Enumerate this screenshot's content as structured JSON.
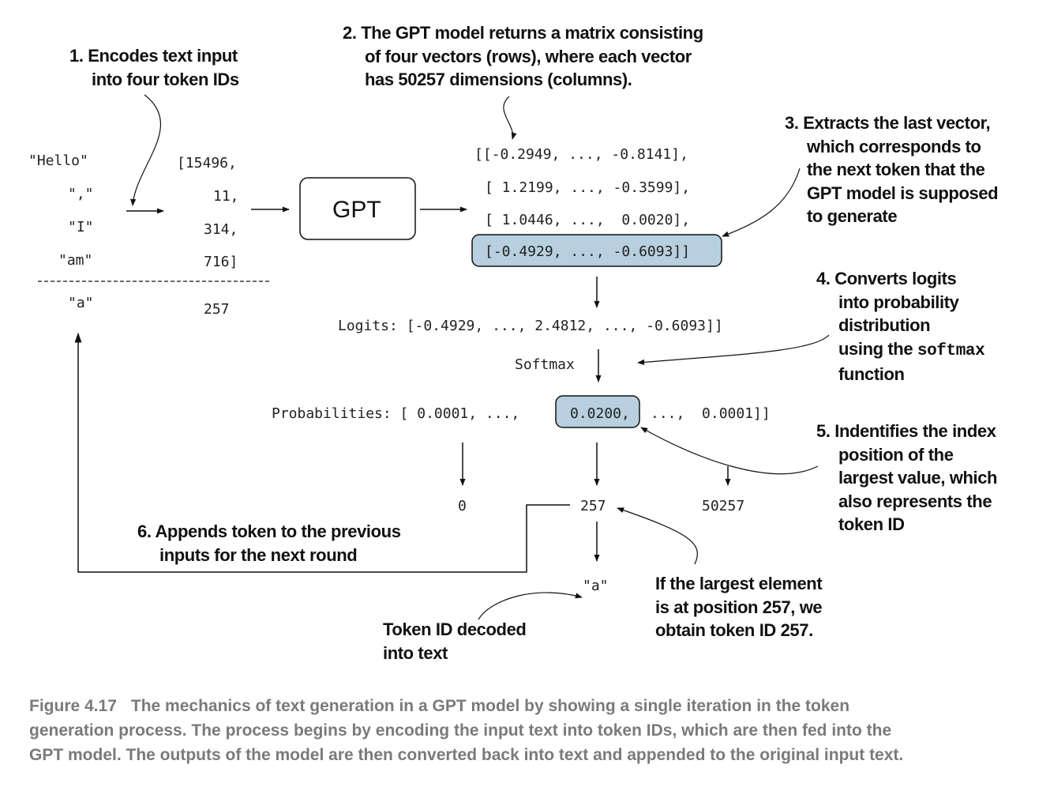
{
  "annotations": {
    "step1": [
      "1. Encodes text input",
      "into four token IDs"
    ],
    "step2": [
      "2. The GPT model returns a matrix consisting",
      "of four vectors (rows), where each vector",
      "has 50257 dimensions (columns)."
    ],
    "step3": [
      "3. Extracts the last vector,",
      "which corresponds to",
      "the next token that the",
      "GPT model is supposed",
      "to generate"
    ],
    "step4": {
      "lines": [
        "4. Converts logits",
        "into probability",
        "distribution"
      ],
      "using_prefix": "using the ",
      "softmax_code": "softmax",
      "last": "function"
    },
    "step5": [
      "5. Indentifies the index",
      "position of the",
      "largest value, which",
      "also represents the",
      "token ID"
    ],
    "step6": [
      "6. Appends token to the previous",
      "inputs for the next round"
    ],
    "largest_note": [
      "If the largest element",
      "is at position 257, we",
      "obtain token ID 257."
    ],
    "decoded_note": [
      "Token ID decoded",
      "into text"
    ]
  },
  "input_tokens": [
    "\"Hello\"",
    "\",\"",
    "\"I\"",
    "\"am\""
  ],
  "token_ids": [
    "[15496,",
    "11,",
    "314,",
    "716]"
  ],
  "appended": {
    "token": "\"a\"",
    "id": "257"
  },
  "model_label": "GPT",
  "matrix_rows": [
    "[[-0.2949, ..., -0.8141],",
    "[ 1.2199, ..., -0.3599],",
    "[ 1.0446, ...,  0.0020],",
    "[-0.4929, ..., -0.6093]]"
  ],
  "logits_line": "Logits: [-0.4929, ..., 2.4812, ..., -0.6093]]",
  "softmax_label": "Softmax",
  "probabilities": {
    "prefix": "Probabilities: [ 0.0001, ...,",
    "highlight": "0.0200,",
    "suffix": "...,  0.0001]]"
  },
  "indices": {
    "first": "0",
    "selected": "257",
    "last": "50257"
  },
  "decoded_token": "\"a\"",
  "caption": {
    "figure": "Figure 4.17",
    "lines": [
      "The mechanics of text generation in a GPT model by showing a single iteration in the token",
      "generation process. The process begins by encoding the input text into token IDs, which are then fed into the",
      "GPT model. The outputs of the model are then converted back into text and appended to the original input text."
    ]
  },
  "colors": {
    "highlight_fill": "#b7cfdf",
    "line": "#111111",
    "caption": "#7a7a7a"
  }
}
